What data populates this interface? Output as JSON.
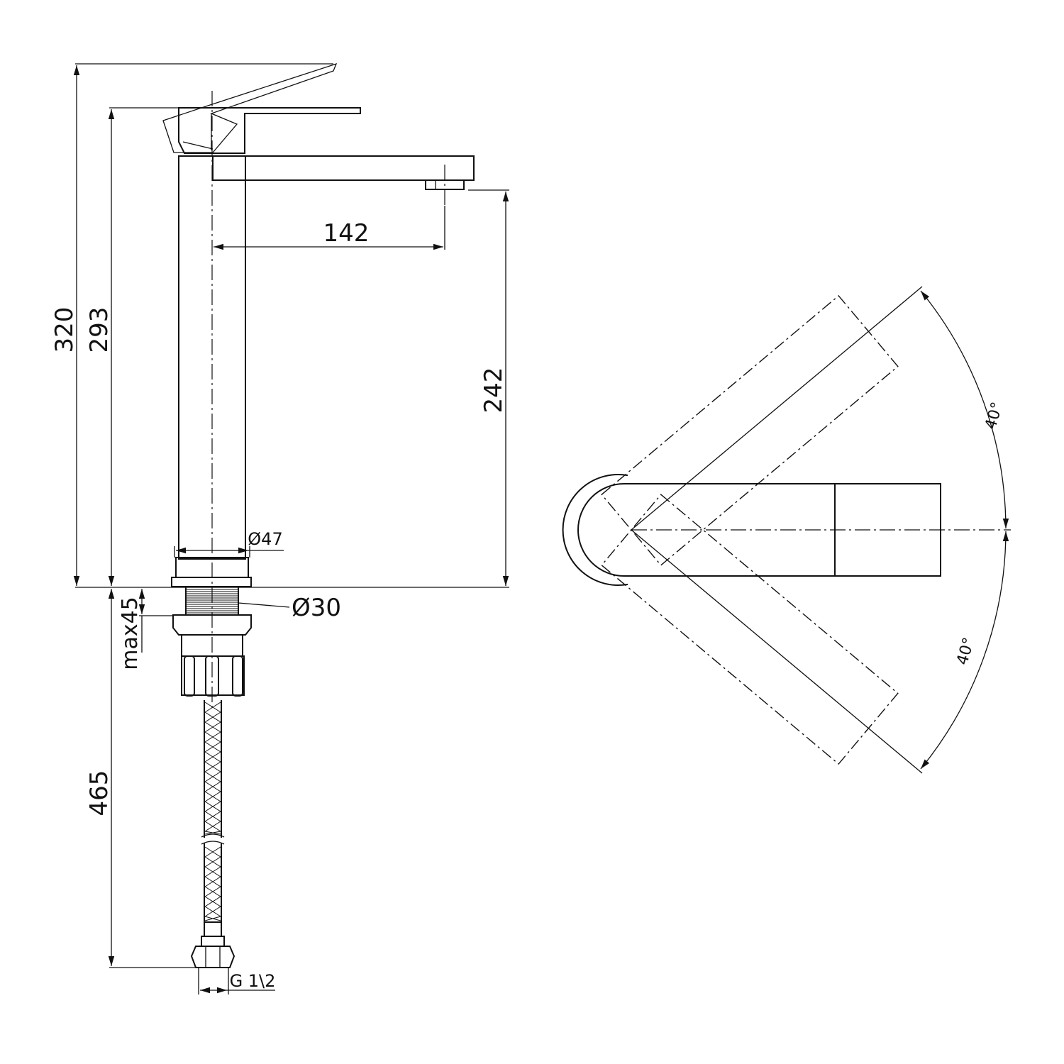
{
  "colors": {
    "ink": "#111111",
    "background": "#ffffff"
  },
  "side_view": {
    "dimensions": {
      "total_height": "320",
      "body_height": "293",
      "spout_reach": "142",
      "spout_height": "242",
      "body_diameter": "Ø47",
      "shank_diameter": "Ø30",
      "max_counter_thickness": "max45",
      "hose_length": "465",
      "hose_thread": "G 1\\2"
    }
  },
  "top_view": {
    "rotation_angles": {
      "upper": "40°",
      "lower": "40°"
    }
  }
}
